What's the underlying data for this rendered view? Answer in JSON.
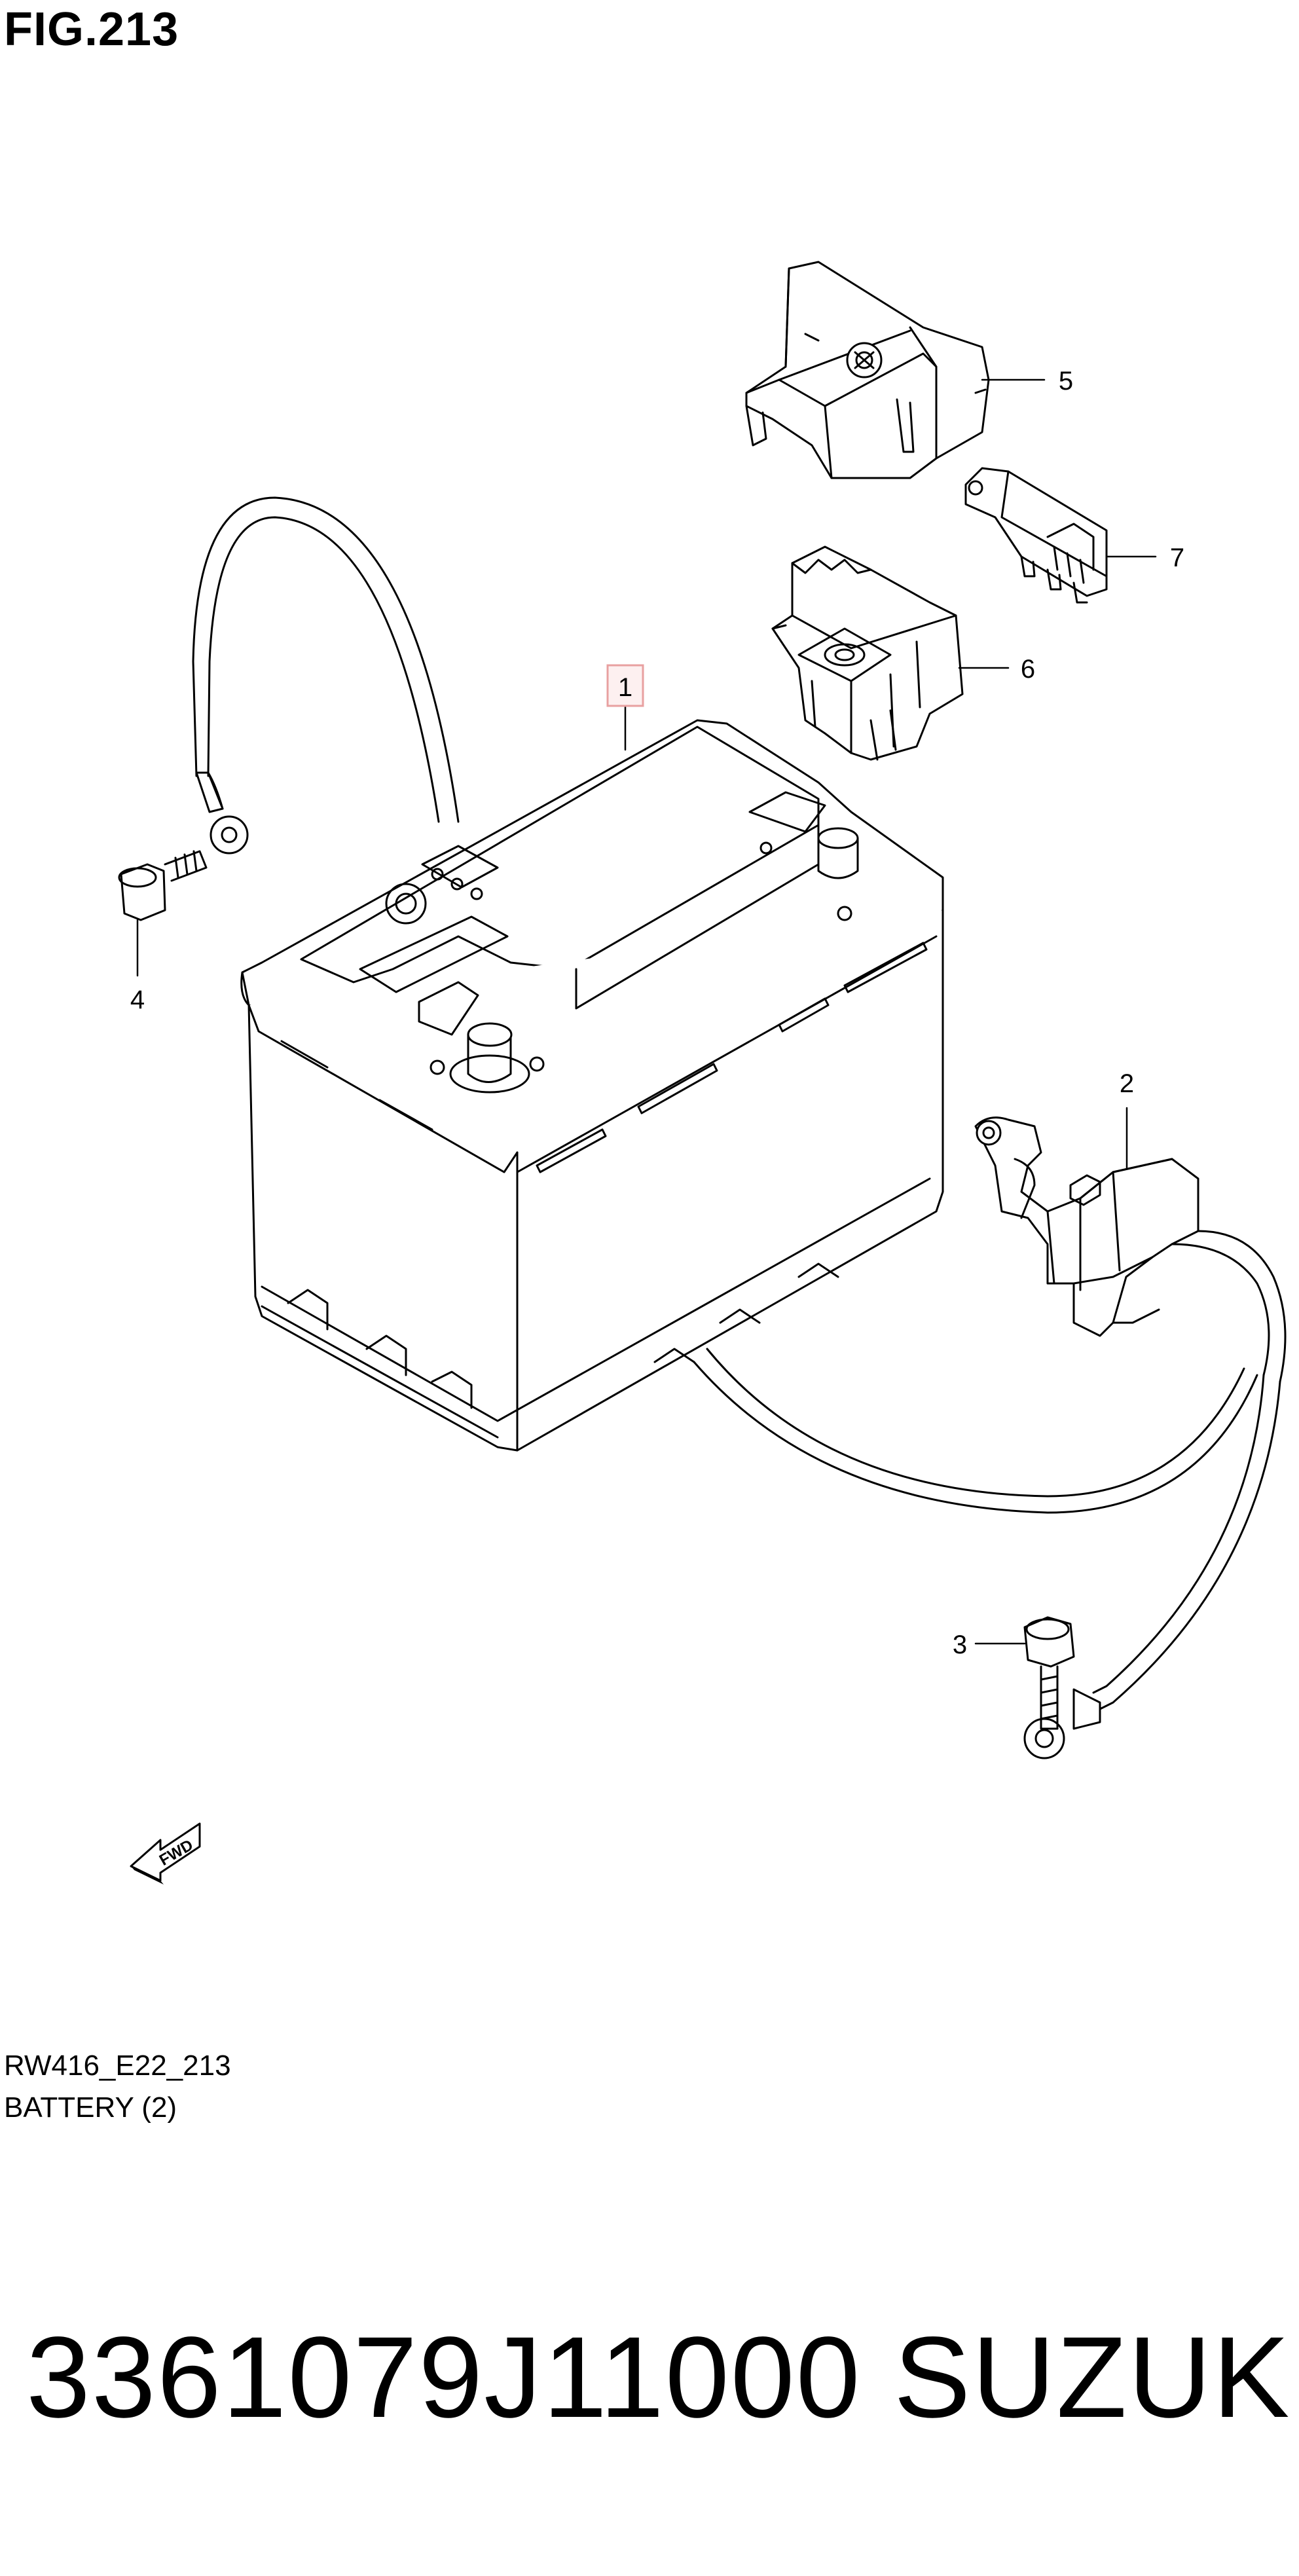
{
  "figure": {
    "title": "FIG.213"
  },
  "callouts": [
    {
      "id": "1",
      "label": "1",
      "part": "battery"
    },
    {
      "id": "2",
      "label": "2",
      "part": "positive-terminal-cable"
    },
    {
      "id": "3",
      "label": "3",
      "part": "bolt"
    },
    {
      "id": "4",
      "label": "4",
      "part": "bolt"
    },
    {
      "id": "5",
      "label": "5",
      "part": "terminal-cover"
    },
    {
      "id": "6",
      "label": "6",
      "part": "fuse-box"
    },
    {
      "id": "7",
      "label": "7",
      "part": "bracket"
    }
  ],
  "fwd_label": "FWD",
  "footer": {
    "code": "RW416_E22_213",
    "name": "BATTERY (2)"
  },
  "part_number": "3361079J11000",
  "brand": "SUZUKI",
  "colors": {
    "line": "#000000",
    "highlight_box": "#e8a0a0",
    "highlight_fill": "#fdf0f0"
  }
}
